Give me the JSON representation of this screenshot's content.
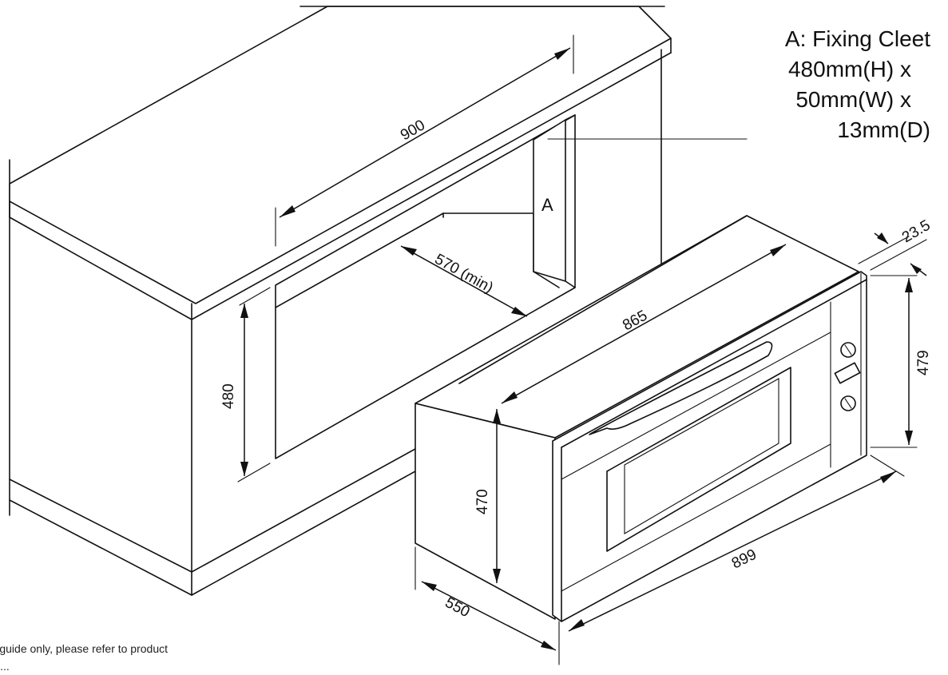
{
  "legend": {
    "line1": "A: Fixing Cleet",
    "line2": "480mm(H) x",
    "line3": "50mm(W) x",
    "line4": "13mm(D)"
  },
  "labels": {
    "cleat": "A",
    "cabinet_width": "900",
    "cabinet_depth": "570 (min)",
    "cabinet_height": "480",
    "oven_depth": "865",
    "oven_side_depth": "550",
    "oven_body_height": "470",
    "oven_front_height": "479",
    "oven_width": "899",
    "fascia_offset": "23.5"
  },
  "footnote": {
    "line1": "e a guide only, please refer to product",
    "line2": "... r  ..."
  }
}
